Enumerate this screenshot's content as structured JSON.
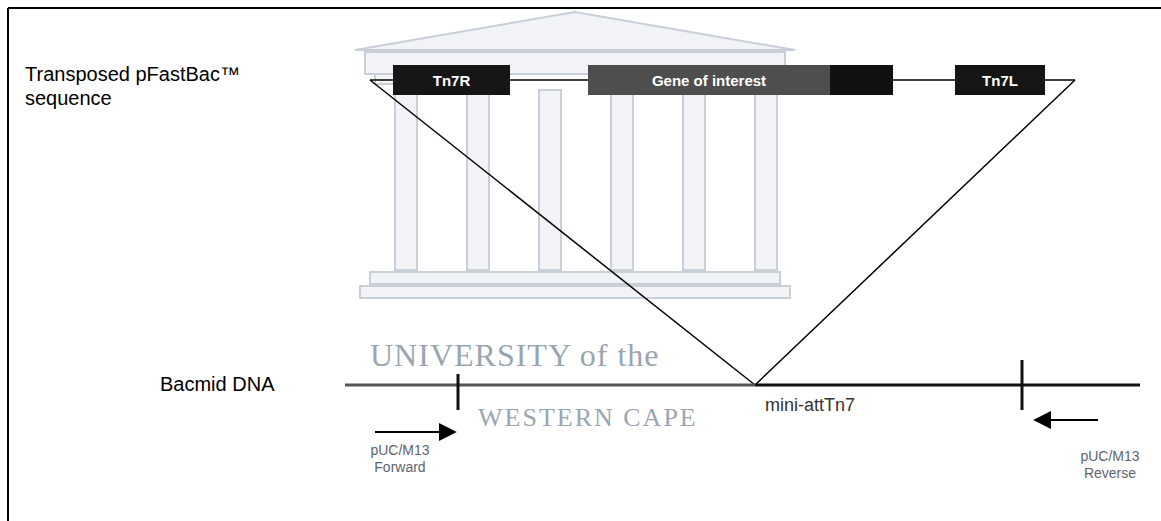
{
  "diagram": {
    "nodes": [
      {
        "text": [
          "Tn7R"
        ]
      },
      {
        "text": [
          "Gene of interest"
        ]
      },
      {
        "text": [
          "Tn7L"
        ]
      }
    ],
    "labels": [
      "Transposed pFastBac™ sequence",
      "Bacmid DNA",
      "mini-attTn7",
      "pUC/M13 Forward",
      "pUC/M13 Reverse",
      "UNIVERSITY of the",
      "WESTERN CAPE"
    ]
  }
}
